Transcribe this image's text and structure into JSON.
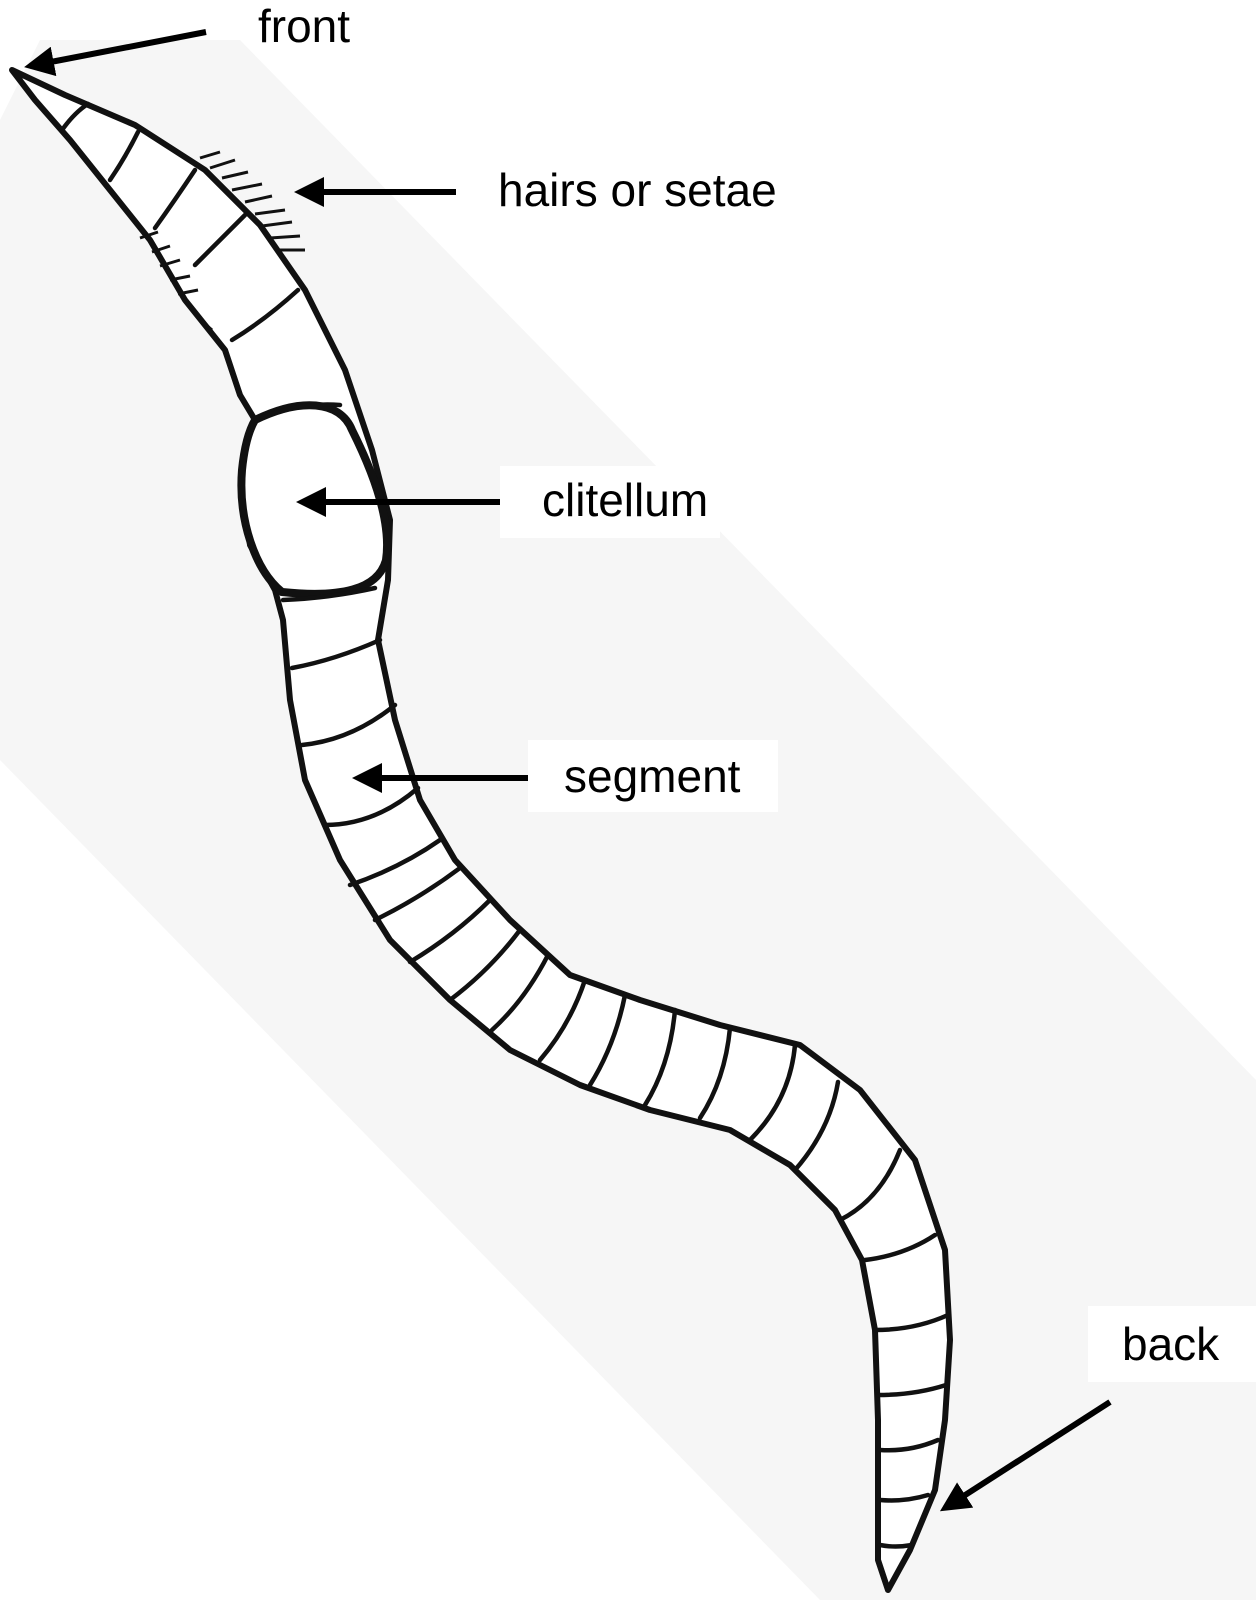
{
  "labels": {
    "front": "front",
    "hairs": "hairs or setae",
    "clitellum": "clitellum",
    "segment": "segment",
    "back": "back"
  },
  "colors": {
    "ink": "#000000",
    "shadow": "#f4f4f4",
    "label_bg": "#ffffff"
  }
}
